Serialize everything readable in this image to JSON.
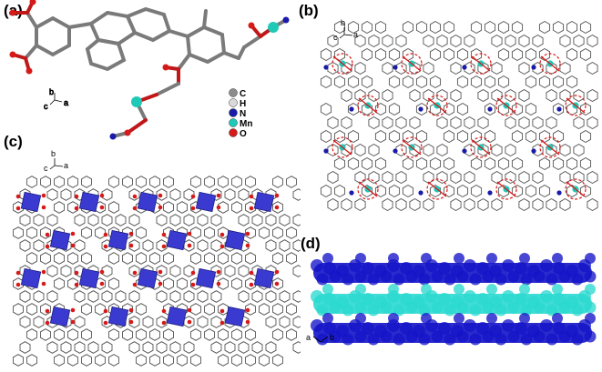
{
  "panels": {
    "a": {
      "label": "(a)"
    },
    "b": {
      "label": "(b)"
    },
    "c": {
      "label": "(c)"
    },
    "d": {
      "label": "(d)"
    }
  },
  "axes": {
    "a_panel": {
      "b": "b",
      "c": "c",
      "a": "a"
    },
    "b_panel": {
      "b": "b",
      "c": "c",
      "a": "a"
    },
    "c_panel": {
      "b": "b",
      "c": "c",
      "a": "a"
    },
    "d_panel": {
      "a": "a",
      "b": "b"
    }
  },
  "legend": [
    {
      "symbol": "C",
      "color": "#8c8c8c"
    },
    {
      "symbol": "H",
      "color": "#d9d9d9"
    },
    {
      "symbol": "N",
      "color": "#1a1aa8"
    },
    {
      "symbol": "Mn",
      "color": "#1fc9b8"
    },
    {
      "symbol": "O",
      "color": "#d61a1a"
    }
  ],
  "colors": {
    "framework_line": "#555555",
    "oxygen": "#d61a1a",
    "manganese": "#1fc9b8",
    "nitrogen": "#1a1aa8",
    "polyhedron": "#3a3ad0",
    "stack_blue": "#1414c8",
    "stack_cyan": "#2ad9d0"
  }
}
